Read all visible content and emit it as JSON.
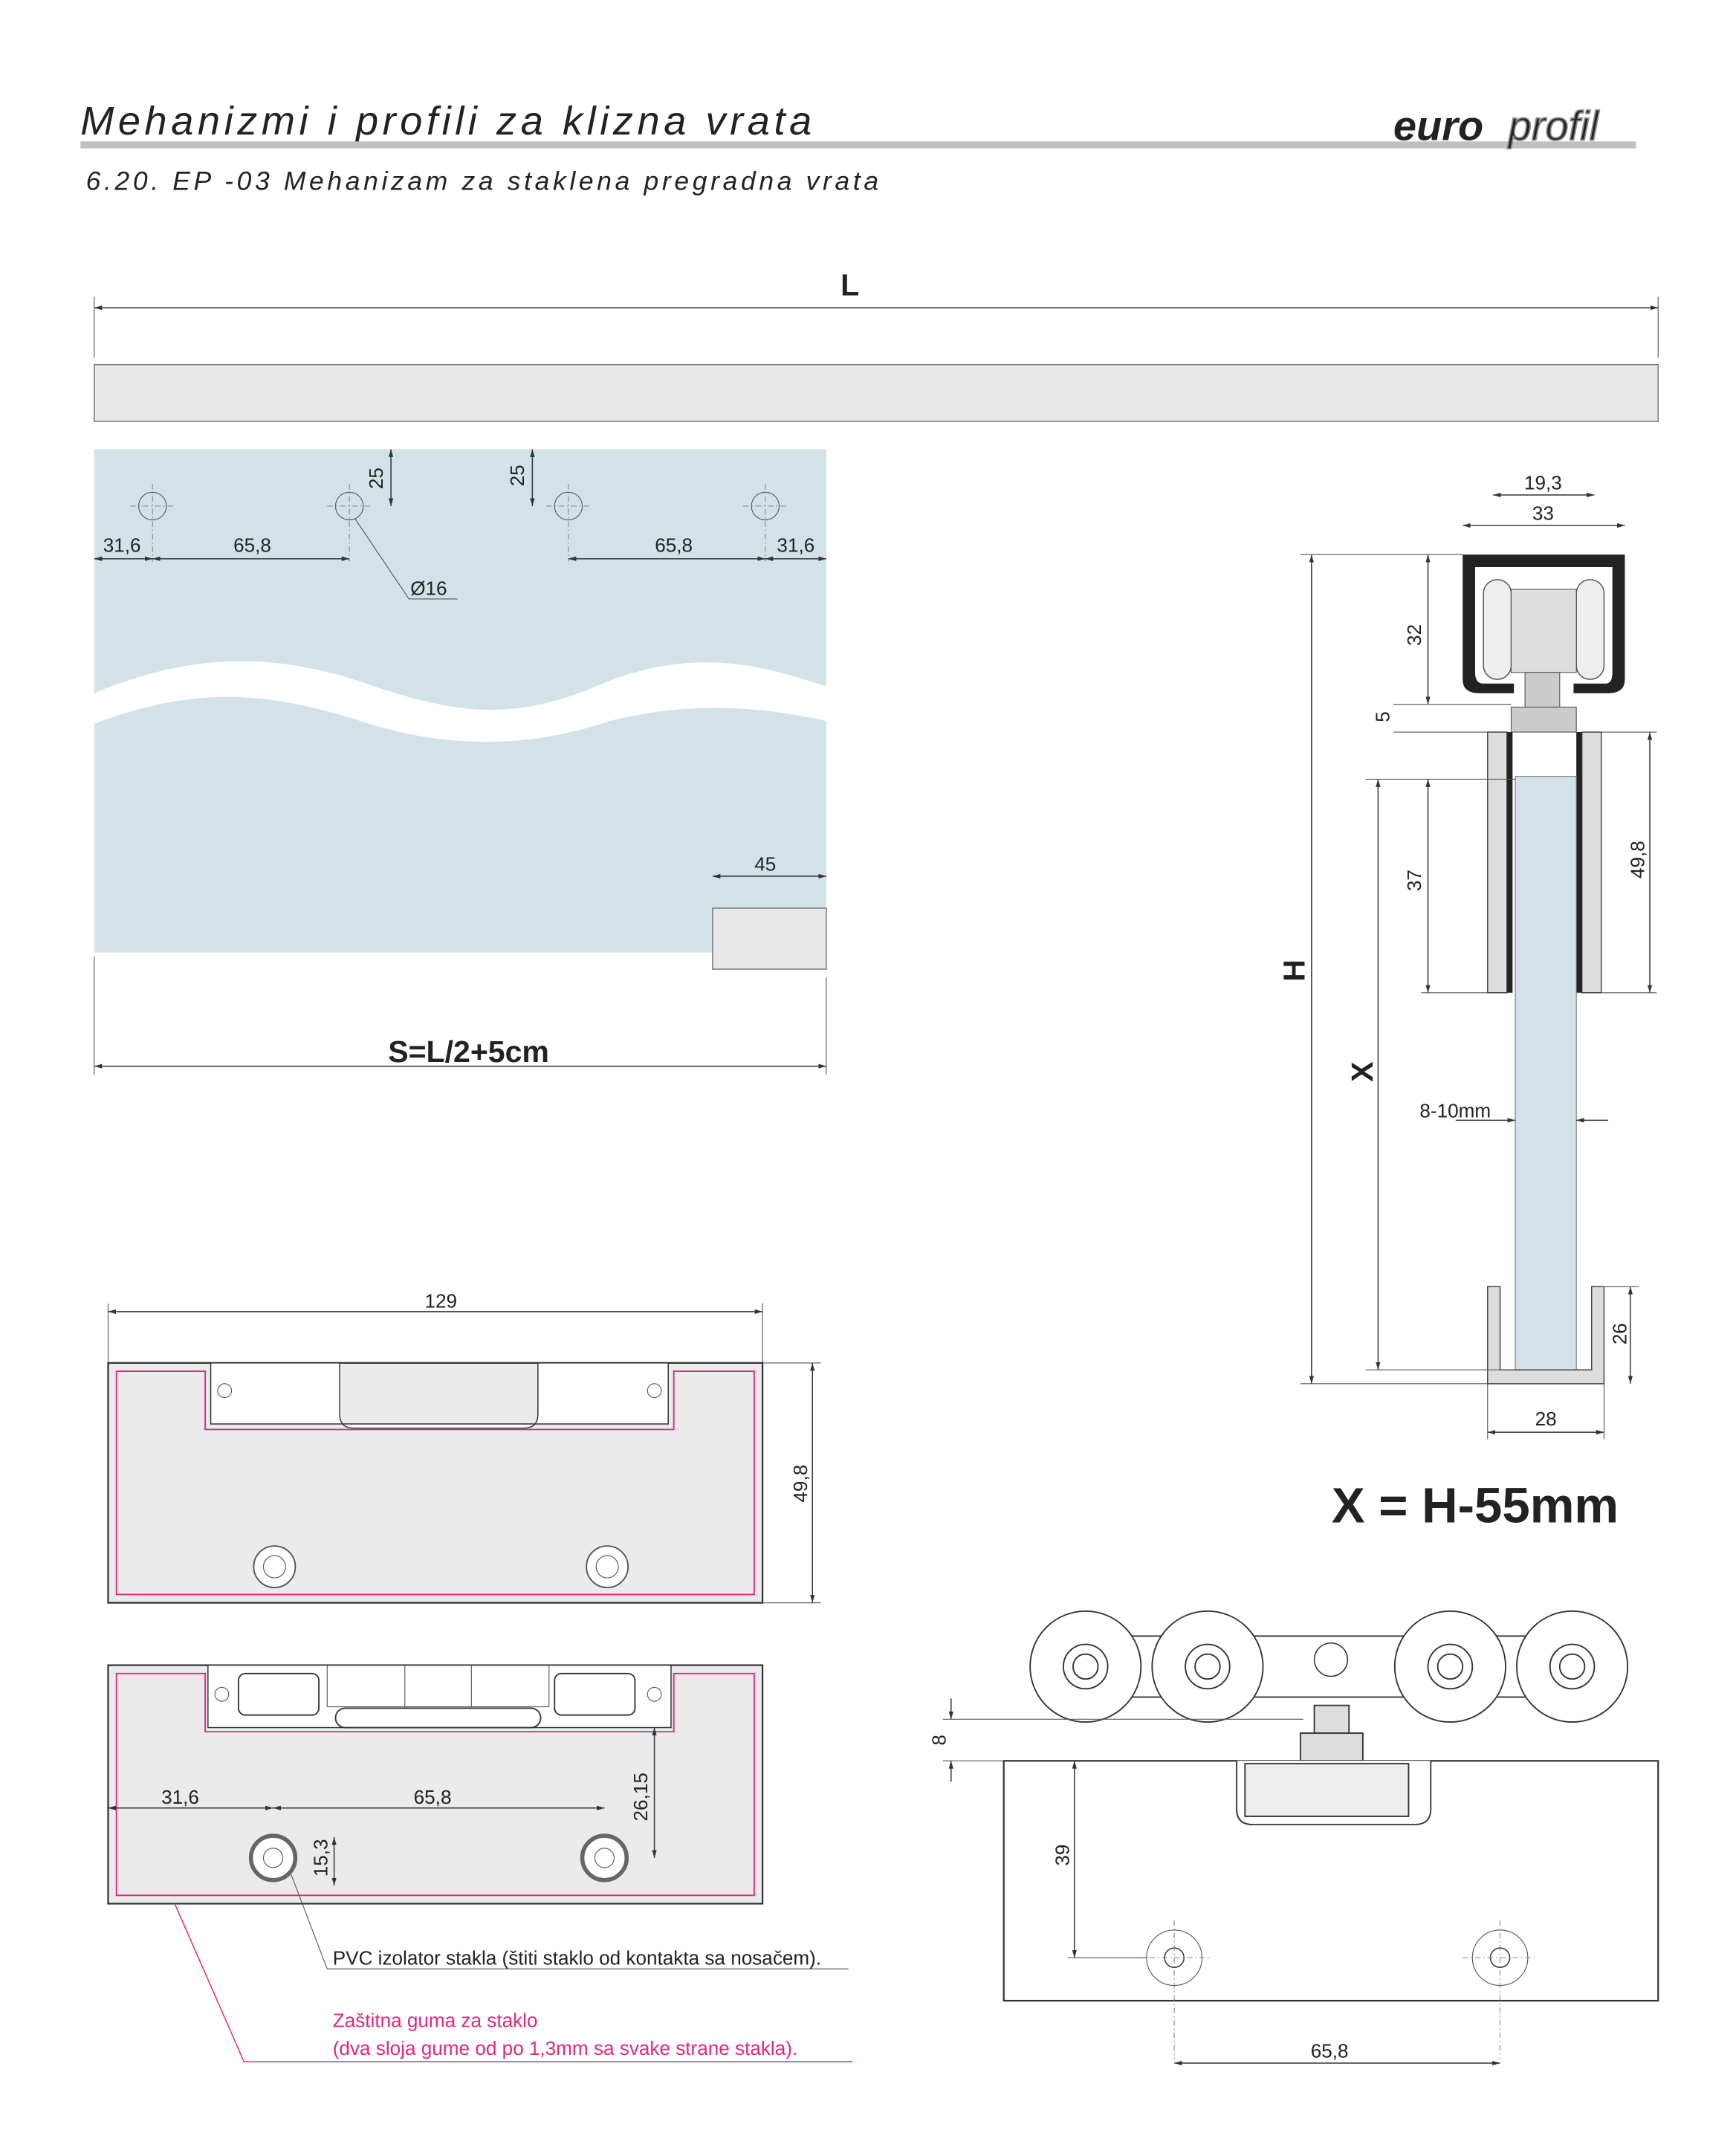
{
  "header": {
    "title": "Mehanizmi i profili za klizna vrata",
    "subtitle": "6.20. EP -03  Mehanizam za staklena pregradna vrata",
    "logo_part1": "euro",
    "logo_part2": "profil"
  },
  "door_view": {
    "length_label": "L",
    "width_formula": "S=L/2+5cm",
    "hole_offset_left": "31,6",
    "hole_spacing_left": "65,8",
    "hole_spacing_right": "65,8",
    "hole_offset_right": "31,6",
    "hole_top_left": "25",
    "hole_top_right": "25",
    "hole_diameter": "Ø16",
    "stopper_width": "45"
  },
  "section_view": {
    "inner_width": "19,3",
    "outer_width": "33",
    "track_height": "32",
    "gap": "5",
    "clamp_depth": "37",
    "clamp_height": "49,8",
    "height_label": "H",
    "glass_height_label": "X",
    "glass_thickness": "8-10mm",
    "guide_height": "26",
    "guide_width": "28",
    "formula": "X = H-55mm"
  },
  "clamp_plate": {
    "width": "129",
    "height": "49,8",
    "offset": "31,6",
    "hole_spacing": "65,8",
    "hole_height": "26,15",
    "hole_edge": "15,3"
  },
  "roller_view": {
    "gap": "8",
    "hole_height": "39",
    "hole_spacing": "65,8"
  },
  "notes": {
    "pvc_note": "PVC izolator stakla (štiti staklo od kontakta sa nosačem).",
    "rubber_note_line1": "Zaštitna guma za staklo",
    "rubber_note_line2": "(dva sloja gume od po 1,3mm sa svake strane stakla).",
    "rubber_color": "#e0287f"
  }
}
